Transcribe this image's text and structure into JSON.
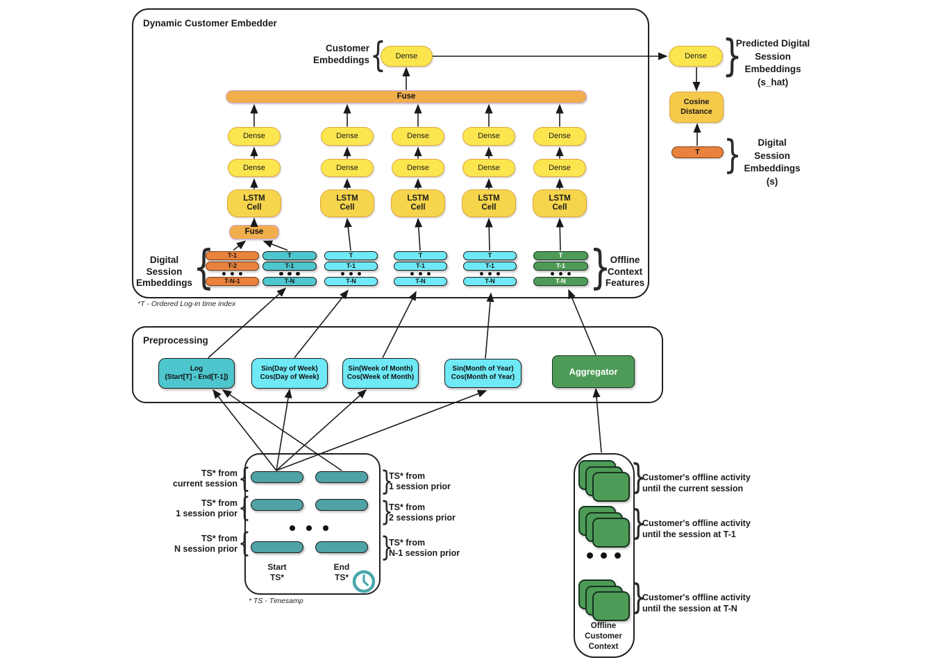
{
  "diagram": {
    "embedder": {
      "title": "Dynamic Customer Embedder",
      "footnote": "*T - Ordered Log-in time index",
      "customer_embeddings_label": [
        "Customer",
        "Embeddings"
      ],
      "customer_dense_label": "Dense",
      "fuse_bar_label": "Fuse",
      "small_fuse_label": "Fuse",
      "dense_label": "Dense",
      "lstm_label": [
        "LSTM",
        "Cell"
      ],
      "left_stacks_label": [
        "Digital",
        "Session",
        "Embeddings"
      ],
      "right_stacks_label": [
        "Offline",
        "Context",
        "Features"
      ],
      "stacks": [
        {
          "color_key": "orange",
          "bars": [
            "T-1",
            "T-2",
            "T-N-1"
          ]
        },
        {
          "color_key": "teal",
          "bars": [
            "T",
            "T-1",
            "T-N"
          ]
        },
        {
          "color_key": "cyan",
          "bars": [
            "T",
            "T-1",
            "T-N"
          ]
        },
        {
          "color_key": "cyan",
          "bars": [
            "T",
            "T-1",
            "T-N"
          ]
        },
        {
          "color_key": "cyan",
          "bars": [
            "T",
            "T-1",
            "T-N"
          ]
        },
        {
          "color_key": "green",
          "bars": [
            "T",
            "T-1",
            "T-N"
          ]
        }
      ]
    },
    "prediction": {
      "dense_label": "Dense",
      "predicted_label": [
        "Predicted Digital",
        "Session",
        "Embeddings",
        "(s_hat)"
      ],
      "cosine_label": [
        "Cosine",
        "Distance"
      ],
      "t_bar_label": "T",
      "session_label": [
        "Digital",
        "Session",
        "Embeddings",
        "(s)"
      ]
    },
    "preprocessing": {
      "title": "Preprocessing",
      "blocks": [
        {
          "lines": [
            "Log",
            "(Start[T] - End[T-1])"
          ],
          "color_key": "teal"
        },
        {
          "lines": [
            "Sin(Day of Week)",
            "Cos(Day of Week)"
          ],
          "color_key": "cyan"
        },
        {
          "lines": [
            "Sin(Week of Month)",
            "Cos(Week of Month)"
          ],
          "color_key": "cyan"
        },
        {
          "lines": [
            "Sin(Month of Year)",
            "Cos(Month of Year)"
          ],
          "color_key": "cyan"
        },
        {
          "lines": [
            "Aggregator"
          ],
          "color_key": "green"
        }
      ]
    },
    "timestamps": {
      "footnote": "* TS - Timesamp",
      "left_labels": [
        [
          "TS* from",
          "current session"
        ],
        [
          "TS* from",
          "1 session prior"
        ],
        [
          "TS* from",
          "N session prior"
        ]
      ],
      "right_labels": [
        [
          "TS* from",
          "1 session prior"
        ],
        [
          "TS* from",
          "2 sessions prior"
        ],
        [
          "TS* from",
          "N-1 session prior"
        ]
      ],
      "column_labels": [
        [
          "Start",
          "TS*"
        ],
        [
          "End",
          "TS*"
        ]
      ],
      "clock_icon": "clock"
    },
    "offline": {
      "activity_labels": [
        [
          "Customer's offline activity",
          "until the current session"
        ],
        [
          "Customer's offline activity",
          "until the session at T-1"
        ],
        [
          "Customer's offline activity",
          "until the session at T-N"
        ]
      ],
      "caption": [
        "Offline",
        "Customer",
        "Context"
      ]
    },
    "colors": {
      "dense_yellow": "#FBE64F",
      "dense_border": "#DCA43E",
      "lstm_gold": "#F6D54C",
      "cosine_gold": "#F5C94A",
      "fuse_amber": "#F0AE4C",
      "fuse_border": "#C9A8DC",
      "orange": "#E8823D",
      "orange_border": "#7A3E10",
      "teal": "#4EC6CD",
      "cyan": "#6FE9F5",
      "green": "#4E9B58",
      "green_border": "#16321d",
      "muted_teal": "#4FA2A6",
      "dark": "#1A1A1A"
    }
  }
}
